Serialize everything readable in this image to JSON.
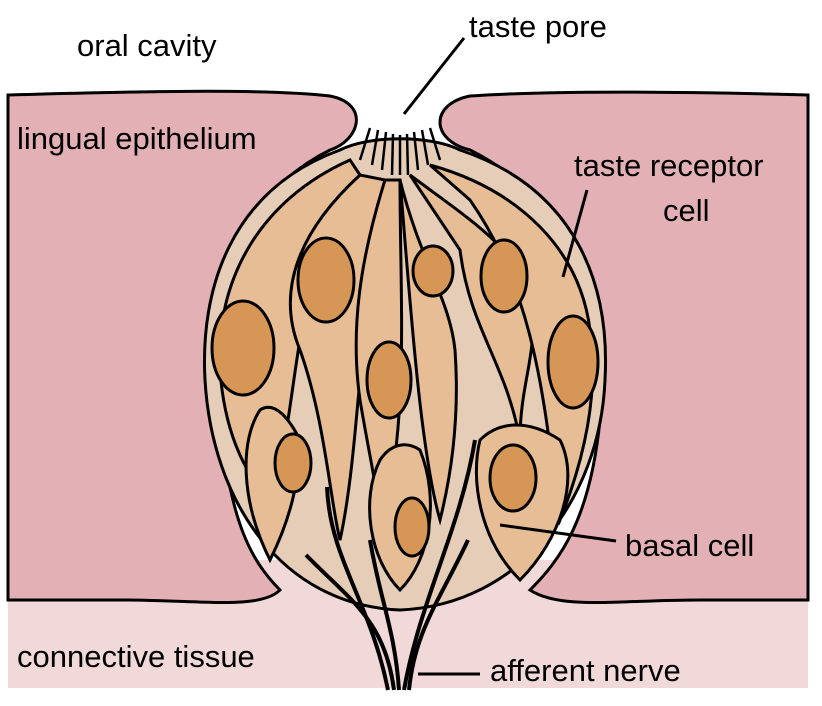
{
  "diagram": {
    "title": "Taste bud anatomy",
    "labels": {
      "oral_cavity": "oral cavity",
      "taste_pore": "taste pore",
      "lingual_epithelium": "lingual epithelium",
      "taste_receptor_cell_line1": "taste receptor",
      "taste_receptor_cell_line2": "cell",
      "basal_cell": "basal cell",
      "connective_tissue": "connective tissue",
      "afferent_nerve": "afferent nerve"
    },
    "colors": {
      "background": "#ffffff",
      "epithelium": "#e3b1b5",
      "connective_tissue": "#f2d9d9",
      "bud_matrix": "#e6cdb8",
      "cell_cytoplasm": "#e6bd95",
      "nucleus": "#d59656",
      "outline": "#000000"
    }
  }
}
